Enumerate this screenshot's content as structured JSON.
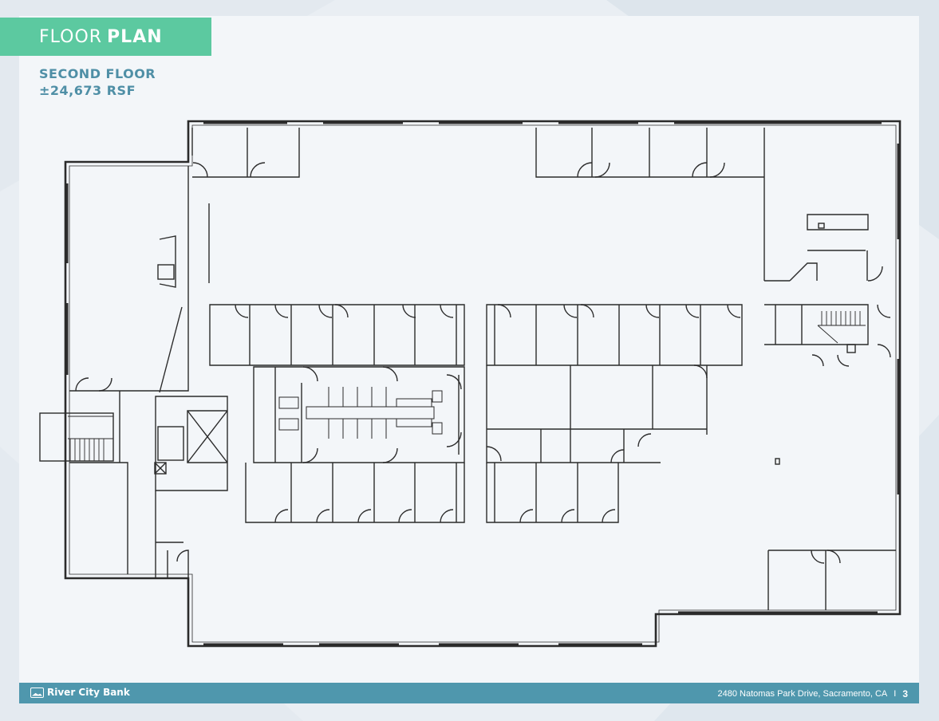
{
  "header": {
    "title_light": "FLOOR",
    "title_bold": "PLAN",
    "floor_label": "SECOND FLOOR",
    "area_label": "±24,673 RSF"
  },
  "footer": {
    "brand_name": "River City Bank",
    "address": "2480 Natomas Park Drive, Sacramento, CA",
    "separator": "I",
    "page_number": "3"
  },
  "colors": {
    "accent_green": "#5cc9a0",
    "heading_teal": "#4f8fa6",
    "footer_bar": "#4f97ad"
  }
}
